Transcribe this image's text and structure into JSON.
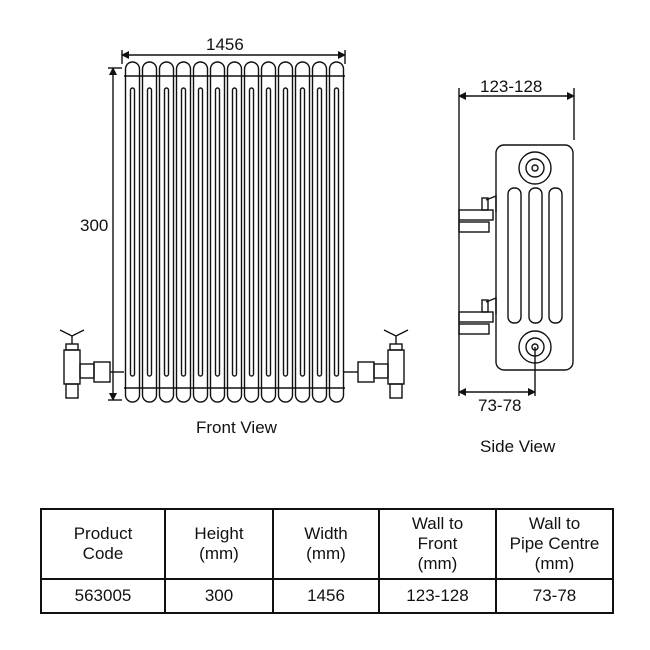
{
  "dimensions": {
    "width": "1456",
    "height": "300",
    "wall_to_front": "123-128",
    "wall_to_pipe": "73-78"
  },
  "captions": {
    "front": "Front View",
    "side": "Side View"
  },
  "table": {
    "headers": [
      "Product\nCode",
      "Height\n(mm)",
      "Width\n(mm)",
      "Wall to\nFront\n(mm)",
      "Wall to\nPipe Centre\n(mm)"
    ],
    "rows": [
      [
        "563005",
        "300",
        "1456",
        "123-128",
        "73-78"
      ]
    ]
  },
  "column_count": 13
}
